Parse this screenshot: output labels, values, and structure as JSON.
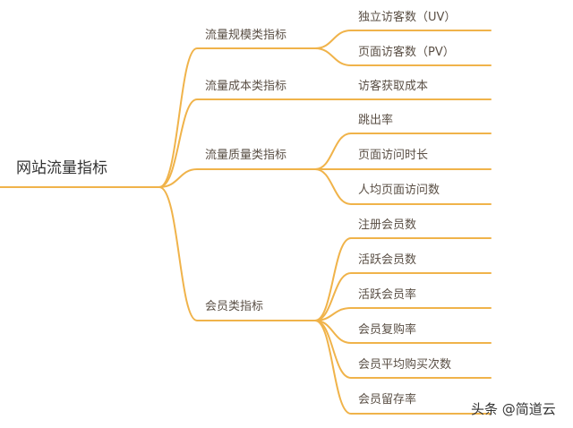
{
  "diagram": {
    "line_color": "#f0b34a",
    "root": {
      "label": "网站流量指标"
    },
    "categories": [
      {
        "label": "流量规模类指标",
        "items": [
          "独立访客数（UV）",
          "页面访客数（PV）"
        ]
      },
      {
        "label": "流量成本类指标",
        "items": [
          "访客获取成本"
        ]
      },
      {
        "label": "流量质量类指标",
        "items": [
          "跳出率",
          "页面访问时长",
          "人均页面访问数"
        ]
      },
      {
        "label": "会员类指标",
        "items": [
          "注册会员数",
          "活跃会员数",
          "活跃会员率",
          "会员复购率",
          "会员平均购买次数",
          "会员留存率"
        ]
      }
    ]
  },
  "watermark": "头条 @简道云"
}
